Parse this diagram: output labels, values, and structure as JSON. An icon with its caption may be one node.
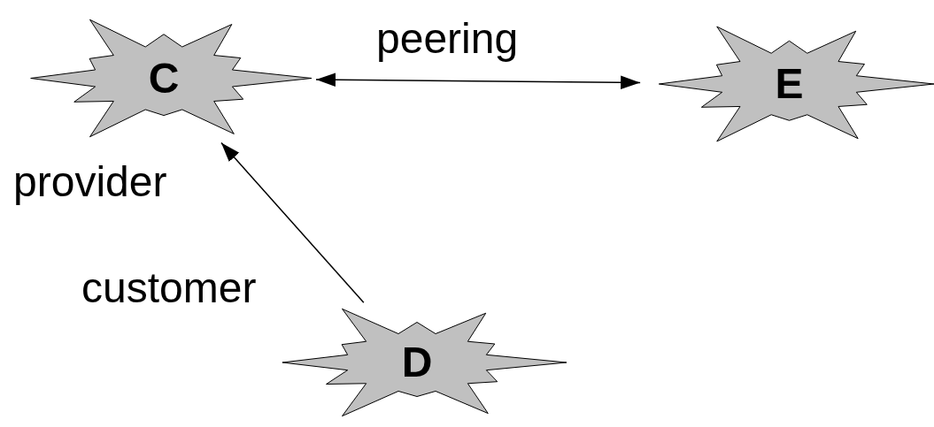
{
  "diagram": {
    "nodes": [
      {
        "text": [
          "C"
        ]
      },
      {
        "text": [
          "E"
        ]
      },
      {
        "text": [
          "D"
        ]
      }
    ],
    "edges": [
      {
        "from": 0,
        "to": 1,
        "arrow": "both",
        "label": "peering"
      },
      {
        "from": 2,
        "to": 0,
        "arrow": "to"
      }
    ],
    "labels": [
      "provider",
      "customer"
    ]
  }
}
